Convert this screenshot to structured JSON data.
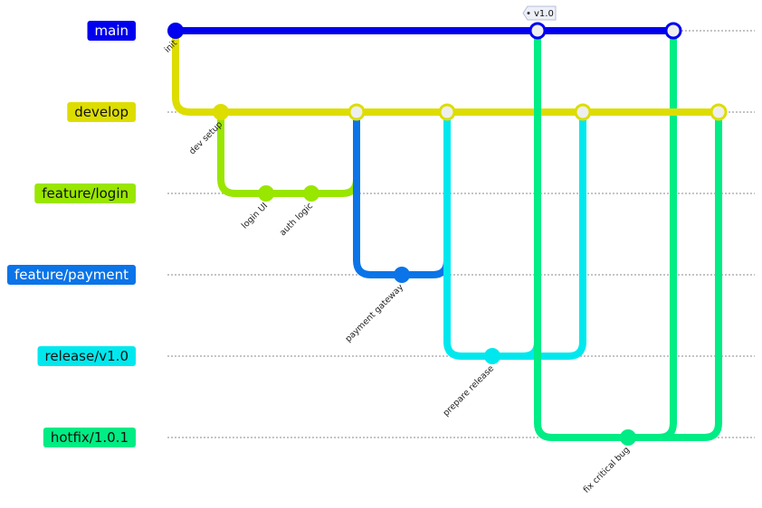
{
  "branches": [
    {
      "id": "main",
      "label": "main",
      "color": "#0000ee",
      "label_text_color": "#ffffff"
    },
    {
      "id": "develop",
      "label": "develop",
      "color": "#dddd00",
      "label_text_color": "#111111"
    },
    {
      "id": "feature_login",
      "label": "feature/login",
      "color": "#99e600",
      "label_text_color": "#111111"
    },
    {
      "id": "feature_payment",
      "label": "feature/payment",
      "color": "#0a74e8",
      "label_text_color": "#ffffff"
    },
    {
      "id": "release",
      "label": "release/v1.0",
      "color": "#00e8ee",
      "label_text_color": "#111111"
    },
    {
      "id": "hotfix",
      "label": "hotfix/1.0.1",
      "color": "#00ec84",
      "label_text_color": "#111111"
    }
  ],
  "commits": [
    {
      "id": "c0",
      "branch": "main",
      "label": "init",
      "type": "normal"
    },
    {
      "id": "c1",
      "branch": "develop",
      "label": "dev setup",
      "type": "normal"
    },
    {
      "id": "c2",
      "branch": "feature_login",
      "label": "login UI",
      "type": "normal"
    },
    {
      "id": "c3",
      "branch": "feature_login",
      "label": "auth logic",
      "type": "normal"
    },
    {
      "id": "c4",
      "branch": "develop",
      "label": "",
      "type": "merge"
    },
    {
      "id": "c5",
      "branch": "feature_payment",
      "label": "payment gateway",
      "type": "normal"
    },
    {
      "id": "c6",
      "branch": "develop",
      "label": "",
      "type": "merge"
    },
    {
      "id": "c7",
      "branch": "release",
      "label": "prepare release",
      "type": "normal"
    },
    {
      "id": "c8",
      "branch": "main",
      "label": "",
      "type": "merge",
      "tag": "v1.0"
    },
    {
      "id": "c9",
      "branch": "develop",
      "label": "",
      "type": "merge"
    },
    {
      "id": "c10",
      "branch": "hotfix",
      "label": "fix critical bug",
      "type": "normal"
    },
    {
      "id": "c11",
      "branch": "main",
      "label": "",
      "type": "merge"
    },
    {
      "id": "c12",
      "branch": "develop",
      "label": "",
      "type": "merge"
    }
  ],
  "edges": [
    {
      "from": "c0",
      "to": "c1",
      "kind": "branch"
    },
    {
      "from": "c1",
      "to": "c2",
      "kind": "branch"
    },
    {
      "from": "c2",
      "to": "c3",
      "kind": "line"
    },
    {
      "from": "c3",
      "to": "c4",
      "kind": "merge"
    },
    {
      "from": "c1",
      "to": "c4",
      "kind": "line"
    },
    {
      "from": "c4",
      "to": "c5",
      "kind": "branch"
    },
    {
      "from": "c5",
      "to": "c6",
      "kind": "merge"
    },
    {
      "from": "c4",
      "to": "c6",
      "kind": "line"
    },
    {
      "from": "c6",
      "to": "c7",
      "kind": "branch"
    },
    {
      "from": "c7",
      "to": "c8",
      "kind": "merge"
    },
    {
      "from": "c7",
      "to": "c9",
      "kind": "merge"
    },
    {
      "from": "c6",
      "to": "c9",
      "kind": "line"
    },
    {
      "from": "c0",
      "to": "c8",
      "kind": "line"
    },
    {
      "from": "c8",
      "to": "c10",
      "kind": "branch"
    },
    {
      "from": "c10",
      "to": "c11",
      "kind": "merge"
    },
    {
      "from": "c8",
      "to": "c11",
      "kind": "line"
    },
    {
      "from": "c10",
      "to": "c12",
      "kind": "merge"
    },
    {
      "from": "c9",
      "to": "c12",
      "kind": "line"
    }
  ]
}
